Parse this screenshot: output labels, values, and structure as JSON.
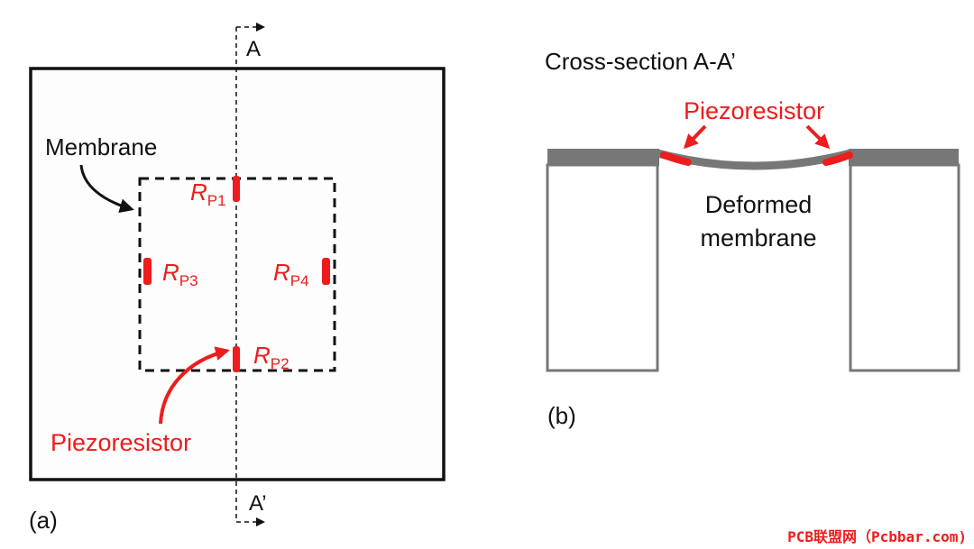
{
  "panel_a": {
    "section_top": "A",
    "section_bottom": "A’",
    "membrane_label": "Membrane",
    "piezoresistor_label": "Piezoresistor",
    "resistors": [
      {
        "symbol": "R",
        "subscript": "P1"
      },
      {
        "symbol": "R",
        "subscript": "P2"
      },
      {
        "symbol": "R",
        "subscript": "P3"
      },
      {
        "symbol": "R",
        "subscript": "P4"
      }
    ],
    "panel_label": "(a)"
  },
  "panel_b": {
    "title": "Cross-section A-A’",
    "piezoresistor_label": "Piezoresistor",
    "deformed_line1": "Deformed",
    "deformed_line2": "membrane",
    "panel_label": "(b)"
  },
  "watermark": "PCB联盟网（Pcbbar.com)",
  "colors": {
    "accent_red": "#ee1c1c",
    "structure_gray": "#777777",
    "outline": "#111111"
  }
}
